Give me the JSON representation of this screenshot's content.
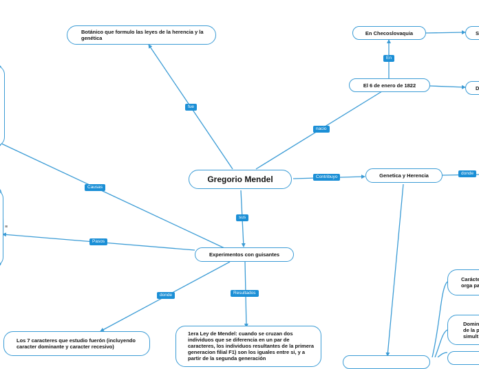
{
  "central": "Gregorio Mendel",
  "nodes": {
    "botanico": "Botánico que formulo las leyes de la herencia y la genética",
    "checoslovaquia": "En Checoslovaquia",
    "fecha": "El 6 de enero de 1822",
    "right_s": "S",
    "right_d": "D",
    "genetica": "Genetica y Herencia",
    "experimentos": "Experimentos con guisantes",
    "caracteres": "Los 7 caracteres que estudio fuerón (incluyendo caracter dominante y caracter recesivo)",
    "ley1": "1era Ley de Mendel: cuando se cruzan dos individuos que se diferencia en un par de caracteres, los individuos resultantes de la primera generacion filial F1) son los iguales entre si, y a partir de la segunda generación",
    "caracte": "Carácte un orga padres",
    "domin": "Domin obser de la p simult",
    "menu_glyph": "≡"
  },
  "labels": {
    "fue": "fue",
    "nacio": "nacio",
    "en": "En",
    "contribuyo": "Contribuyo",
    "donde_right": "donde",
    "causas": "Causas",
    "pasos": "Pasos",
    "sus": "sus",
    "donde_left": "donde",
    "resultados": "Resultados"
  },
  "colors": {
    "edge": "#3a9bd5",
    "tag": "#1b8fd6"
  }
}
